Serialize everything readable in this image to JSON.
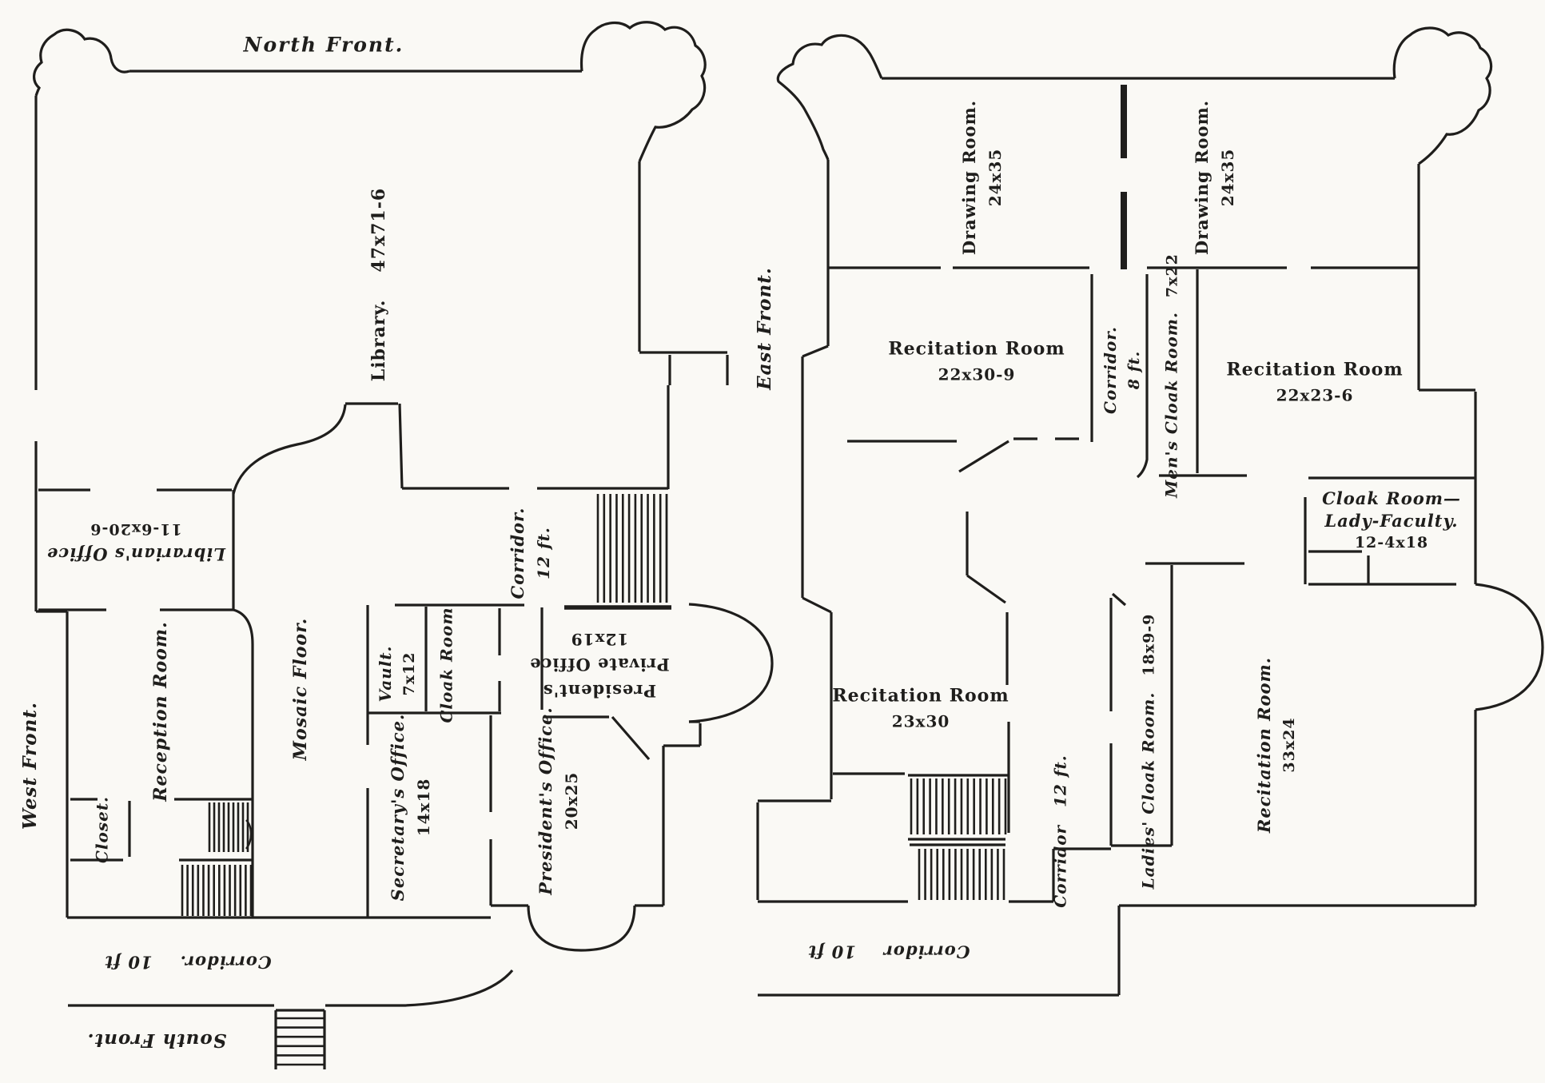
{
  "plans": {
    "left": {
      "fronts": {
        "north": "North Front.",
        "west": "West Front.",
        "south": "South Front."
      },
      "rooms": {
        "library": {
          "name": "Library.",
          "dims": "47x71-6"
        },
        "librarians_office": {
          "name": "Librarian's Office",
          "dims": "11-6x20-6"
        },
        "reception": {
          "name": "Reception Room."
        },
        "closet": {
          "name": "Closet."
        },
        "mosaic_floor": {
          "name": "Mosaic Floor."
        },
        "vault": {
          "name": "Vault.",
          "dims": "7x12"
        },
        "cloak_room": {
          "name": "Cloak Room"
        },
        "secretarys_office": {
          "name": "Secretary's Office.",
          "dims": "14x18"
        },
        "corridor_12": {
          "name": "Corridor.",
          "dims": "12 ft."
        },
        "presidents_private_office": {
          "name": "President's",
          "name2": "Private Office",
          "dims": "12x19"
        },
        "presidents_office": {
          "name": "President's Office.",
          "dims": "20x25"
        },
        "corridor_10": {
          "name": "Corridor.",
          "dims": "10 ft"
        }
      }
    },
    "right": {
      "fronts": {
        "east": "East Front."
      },
      "rooms": {
        "drawing_room_1": {
          "name": "Drawing Room.",
          "dims": "24x35"
        },
        "drawing_room_2": {
          "name": "Drawing Room.",
          "dims": "24x35"
        },
        "recitation_1": {
          "name": "Recitation Room",
          "dims": "22x30-9"
        },
        "corridor_8": {
          "name": "Corridor.",
          "dims": "8 ft."
        },
        "mens_cloak": {
          "name": "Men's Cloak Room.",
          "dims": "7x22"
        },
        "recitation_2": {
          "name": "Recitation Room",
          "dims": "22x23-6"
        },
        "cloak_lady_faculty": {
          "name": "Cloak Room—",
          "name2": "Lady-Faculty.",
          "dims": "12-4x18"
        },
        "recitation_3": {
          "name": "Recitation Room",
          "dims": "23x30"
        },
        "corridor_12": {
          "name": "Corridor",
          "dims": "12 ft."
        },
        "ladies_cloak": {
          "name": "Ladies' Cloak Room.",
          "dims": "18x9-9"
        },
        "recitation_4": {
          "name": "Recitation Room.",
          "dims": "33x24"
        },
        "corridor_10": {
          "name": "Corridor",
          "dims": "10 ft"
        }
      }
    }
  }
}
